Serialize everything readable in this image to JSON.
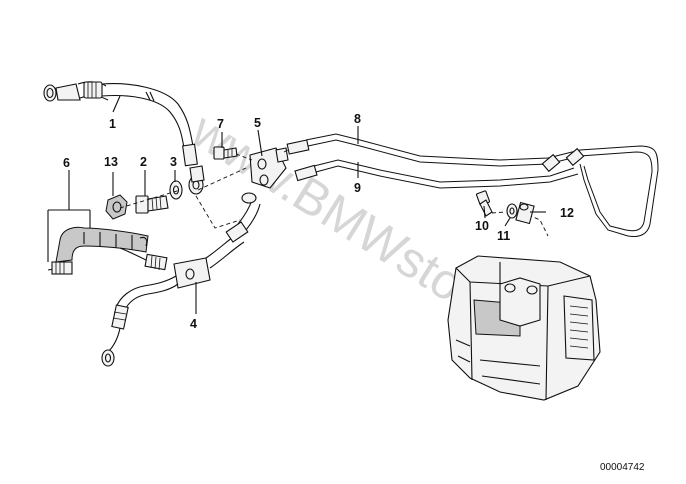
{
  "watermark": "www.BMWstore.pl",
  "diagram_number": "00004742",
  "callouts": [
    {
      "id": "1",
      "label": "1"
    },
    {
      "id": "2",
      "label": "2"
    },
    {
      "id": "3",
      "label": "3"
    },
    {
      "id": "4",
      "label": "4"
    },
    {
      "id": "5",
      "label": "5"
    },
    {
      "id": "6",
      "label": "6"
    },
    {
      "id": "7",
      "label": "7"
    },
    {
      "id": "8",
      "label": "8"
    },
    {
      "id": "9",
      "label": "9"
    },
    {
      "id": "10",
      "label": "10"
    },
    {
      "id": "11",
      "label": "11"
    },
    {
      "id": "12",
      "label": "12"
    },
    {
      "id": "13",
      "label": "13"
    }
  ]
}
